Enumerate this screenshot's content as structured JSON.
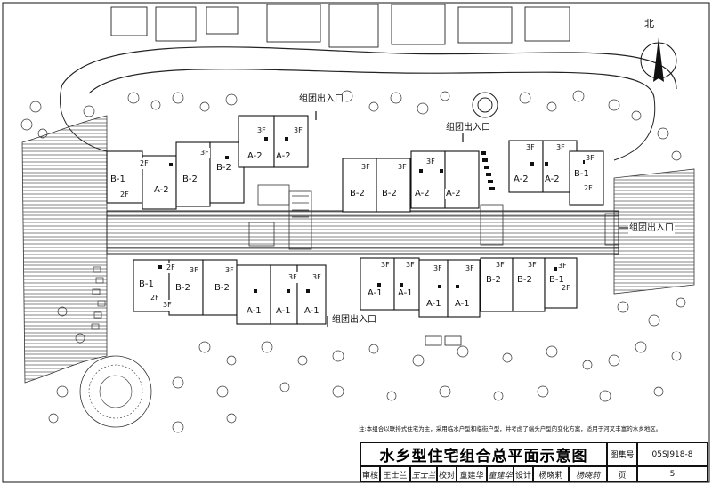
{
  "north_label": "北",
  "entrance_label": "组团出入口",
  "unit_types": {
    "a1": "A-1",
    "a2": "A-2",
    "b1": "B-1",
    "b2": "B-2"
  },
  "floor_labels": {
    "two": "2F",
    "three": "3F"
  },
  "note": "注:本组合以联排式住宅为主，采用临水户型和临街户型，并考虑了端头户型的变化方案，适用于河叉丰富的水乡地区。",
  "title_block": {
    "title": "水乡型住宅组合总平面示意图",
    "drawing_no_label": "图集号",
    "drawing_no": "05SJ918-8",
    "page_label": "页",
    "page_no": "5",
    "review_label": "审核",
    "review_name": "王士兰",
    "check_label": "校对",
    "check_name": "童建华",
    "design_label": "设计",
    "design_name": "杨晓莉",
    "signatures": [
      "王士兰",
      "童建华",
      "杨晓莉"
    ]
  }
}
